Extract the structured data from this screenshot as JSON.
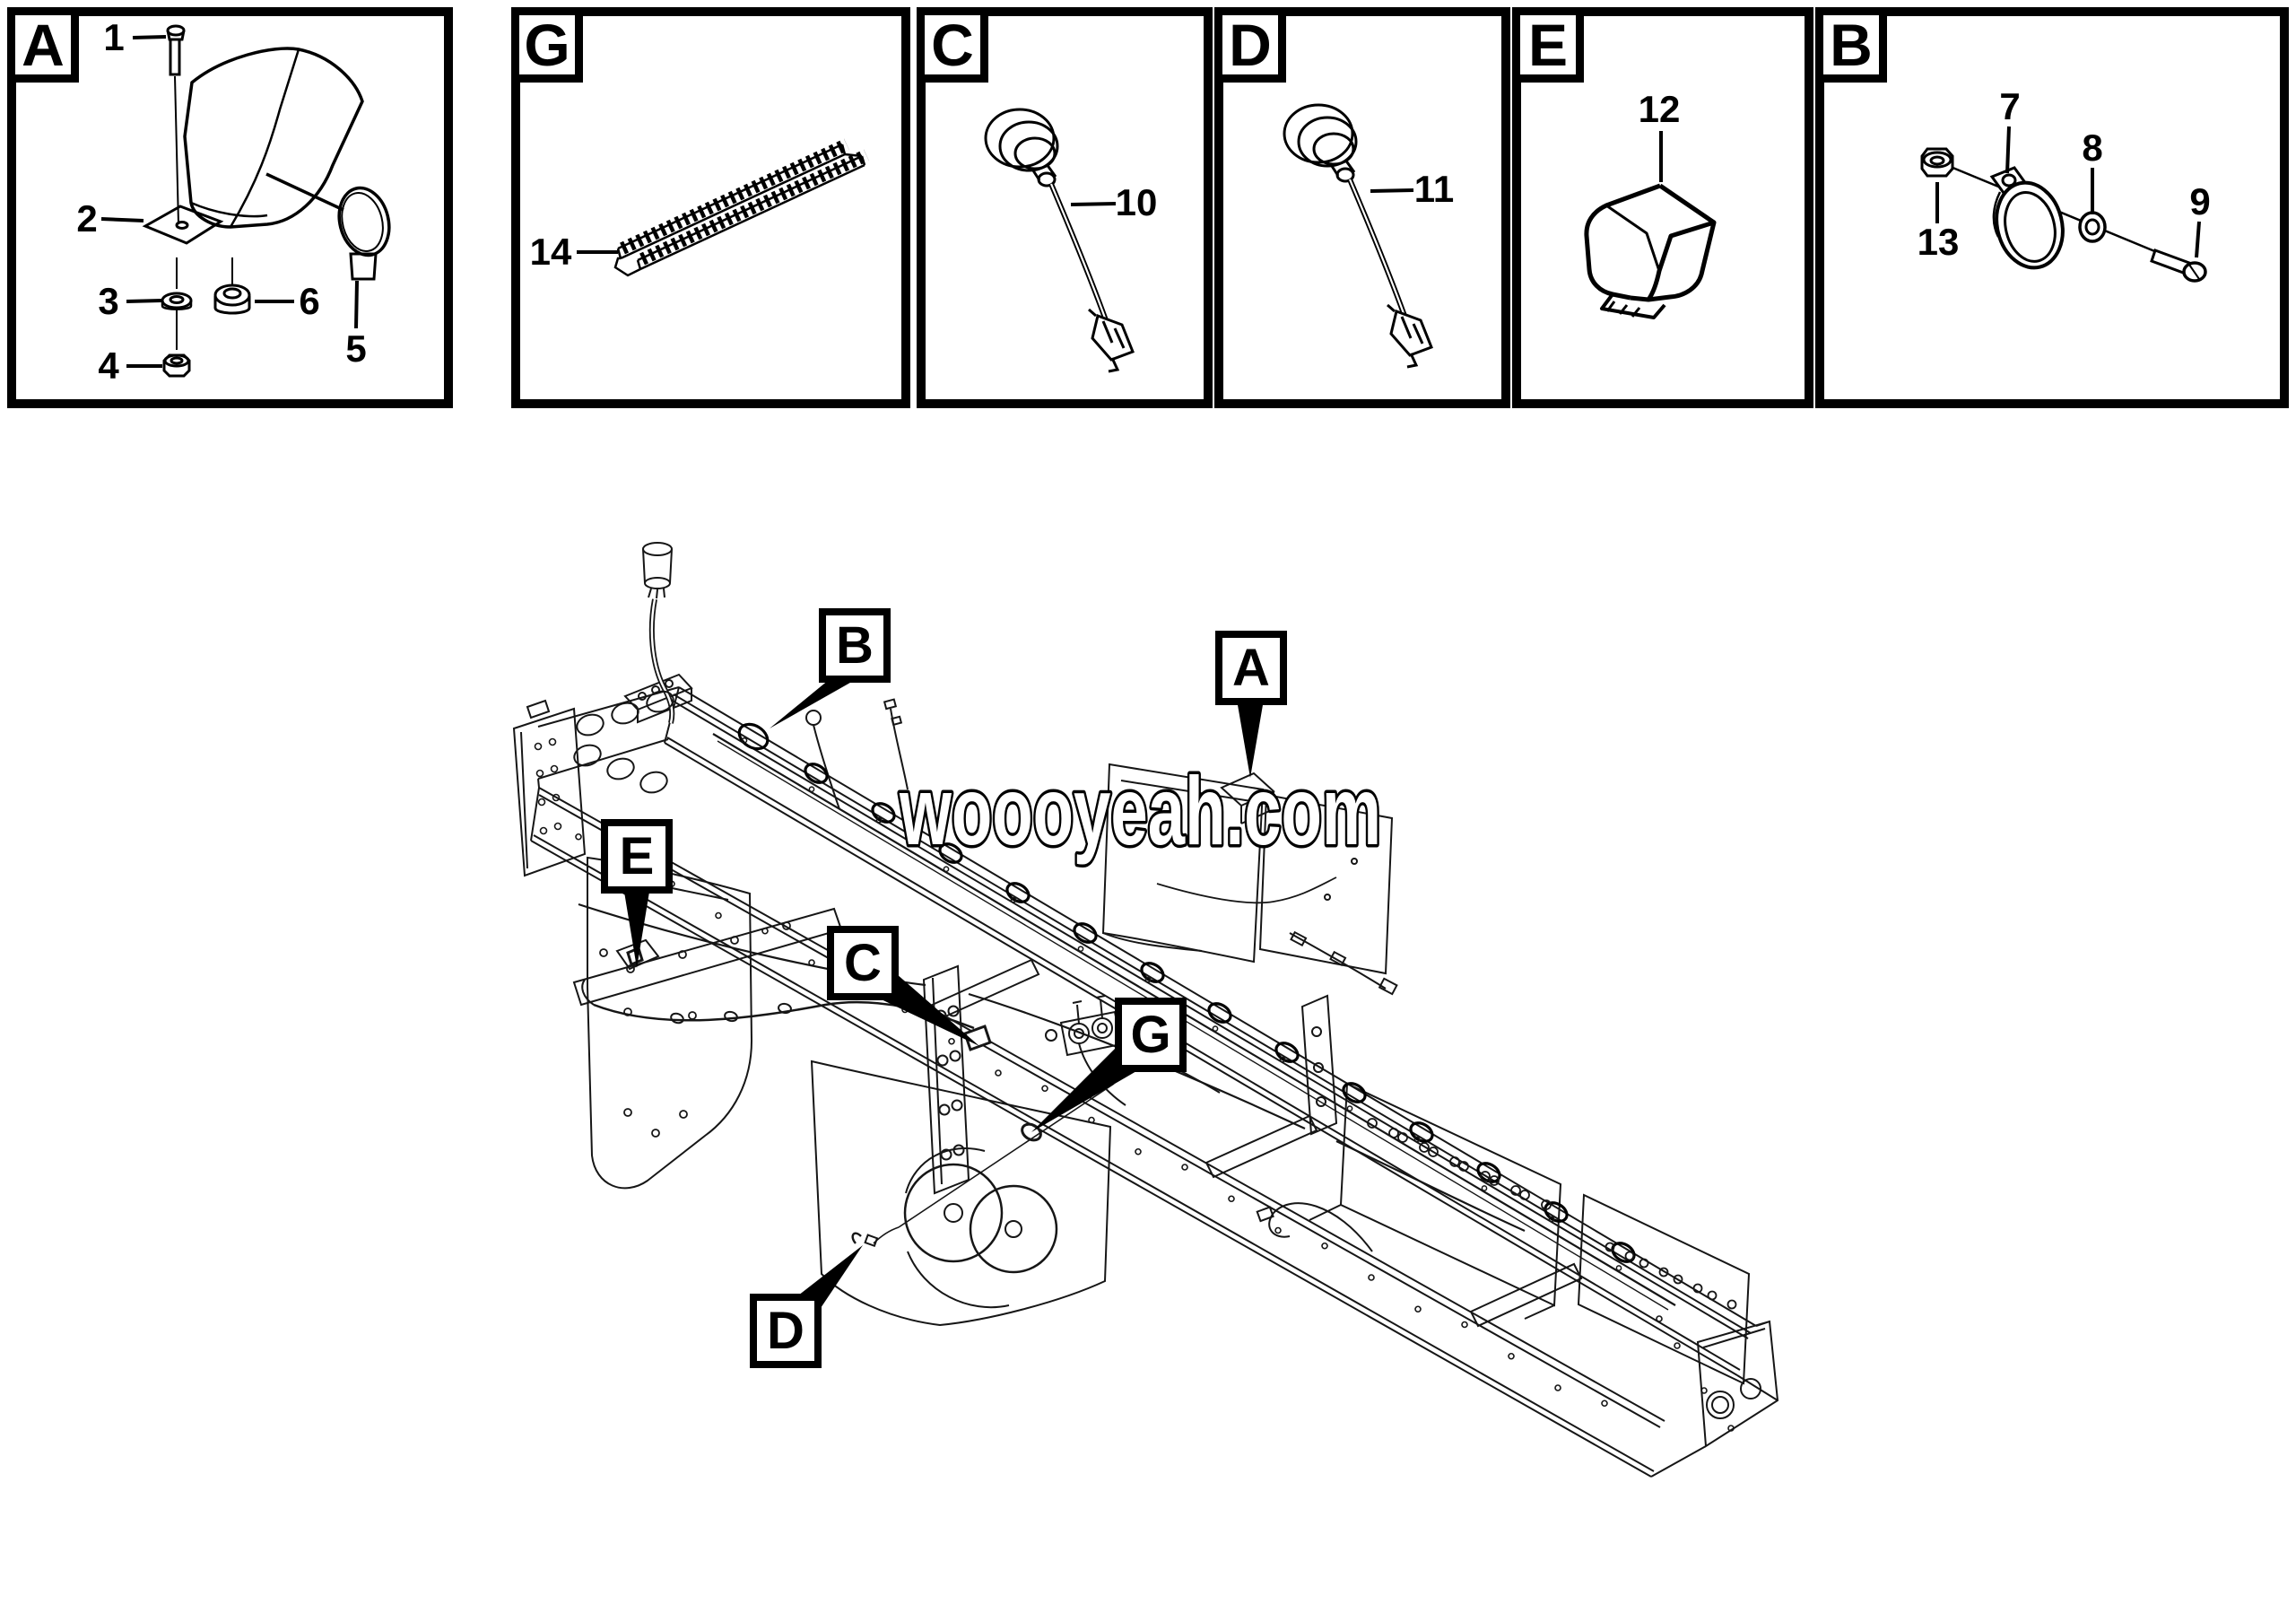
{
  "watermark": "woooyeah.com",
  "colors": {
    "ink": "#000000",
    "background": "#ffffff"
  },
  "panels": [
    {
      "letter": "A",
      "part_numbers": [
        "1",
        "2",
        "3",
        "4",
        "5",
        "6"
      ]
    },
    {
      "letter": "G",
      "part_numbers": [
        "14"
      ]
    },
    {
      "letter": "C",
      "part_numbers": [
        "10"
      ]
    },
    {
      "letter": "D",
      "part_numbers": [
        "11"
      ]
    },
    {
      "letter": "E",
      "part_numbers": [
        "12"
      ]
    },
    {
      "letter": "B",
      "part_numbers": [
        "7",
        "8",
        "9",
        "13"
      ]
    }
  ],
  "diagram_callouts": [
    "B",
    "A",
    "E",
    "C",
    "G",
    "D"
  ]
}
